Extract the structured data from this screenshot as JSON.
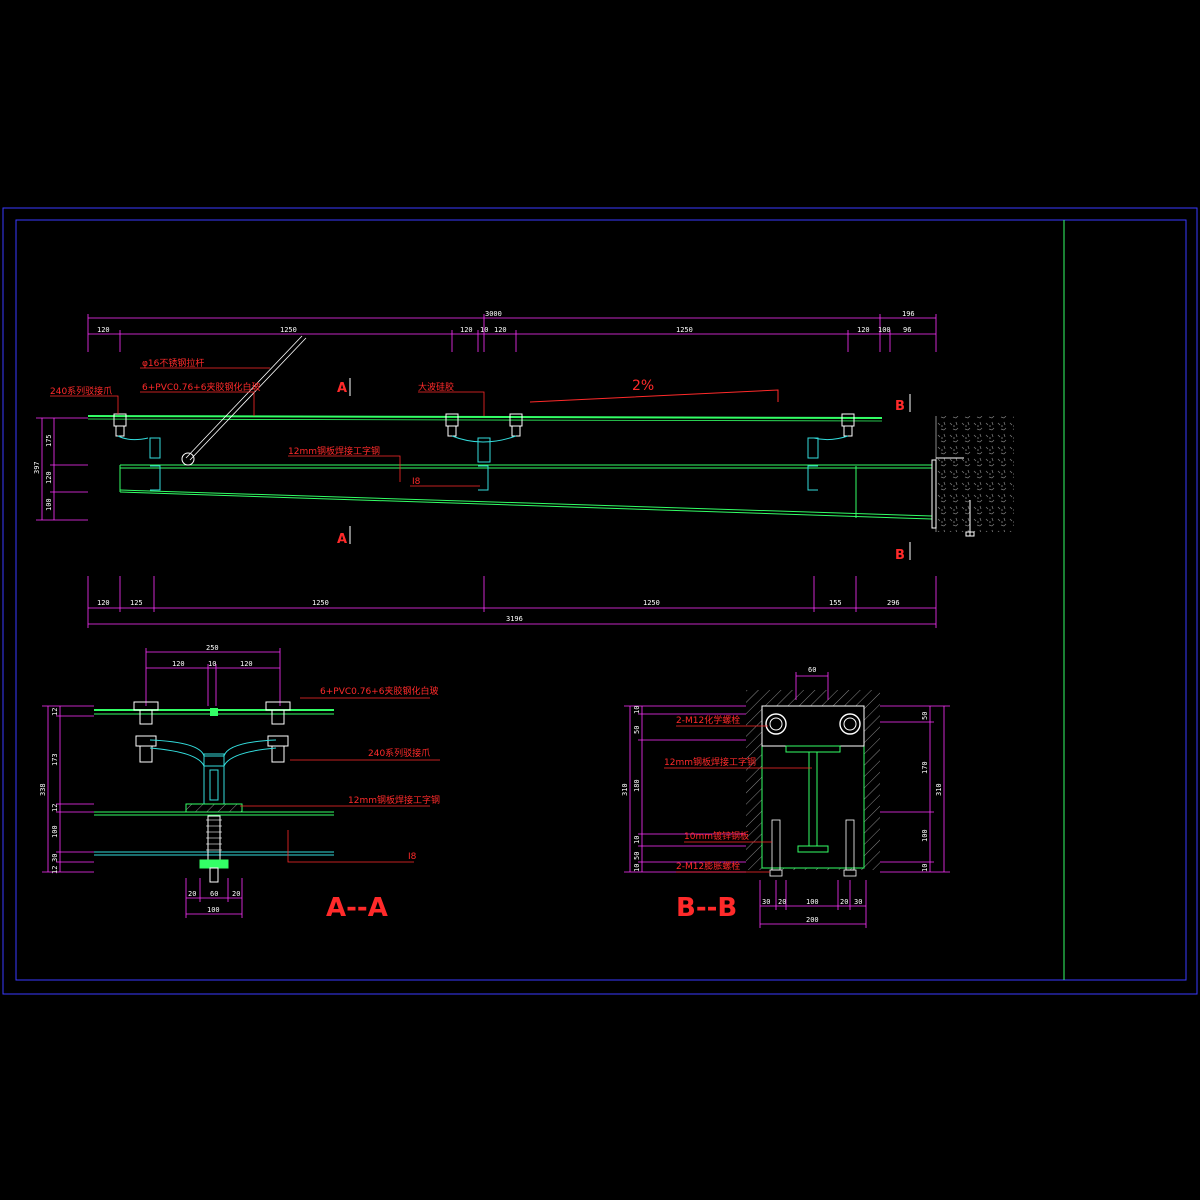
{
  "colors": {
    "frame": "#3a3aff",
    "dimension": "#ff33ff",
    "glass": "#33ff66",
    "steel": "#33dddd",
    "label": "#ff2a2a",
    "fitting": "#ffffff",
    "hatch": "#888888"
  },
  "elevation": {
    "top_dims": {
      "overall": "3000",
      "overall_right": "196",
      "segments": [
        "120",
        "1250",
        "120",
        "10",
        "120",
        "1250",
        "120",
        "100",
        "96"
      ]
    },
    "left_dims": [
      "175",
      "120",
      "100"
    ],
    "left_total": "397",
    "bottom_dims": {
      "segments": [
        "120",
        "125",
        "1250",
        "1250",
        "155",
        "296"
      ],
      "overall": "3196"
    },
    "labels": {
      "rod": "φ16不锈钢拉杆",
      "glass": "6+PVC0.76+6夹胶钢化白玻",
      "spider": "240系列驳接爪",
      "sealant": "大波硅胶",
      "beam": "12mm钢板焊接工字钢",
      "beam_tag": "I8"
    },
    "slope": "2%",
    "section_a": "A",
    "section_b": "B"
  },
  "section_aa": {
    "title": "A--A",
    "top_dims": {
      "overall": "250",
      "segments": [
        "120",
        "10",
        "120"
      ]
    },
    "bottom_dims": {
      "segments": [
        "20",
        "60",
        "20"
      ],
      "overall": "100"
    },
    "left_dims": [
      "12",
      "173",
      "12",
      "100",
      "30",
      "12"
    ],
    "left_total": "338",
    "labels": {
      "glass": "6+PVC0.76+6夹胶钢化白玻",
      "spider": "240系列驳接爪",
      "beam": "12mm钢板焊接工字钢",
      "beam_tag": "I8"
    }
  },
  "section_bb": {
    "title": "B--B",
    "top_dim": "60",
    "bottom_dims": {
      "segments": [
        "30",
        "20",
        "100",
        "20",
        "30"
      ],
      "overall": "200"
    },
    "left_dims": [
      "10",
      "50",
      "180",
      "10",
      "50",
      "10"
    ],
    "left_total": "310",
    "right_dims": [
      "50",
      "170",
      "100",
      "10"
    ],
    "right_total": "310",
    "labels": {
      "chem_bolt": "2-M12化学螺栓",
      "beam": "12mm钢板焊接工字钢",
      "plate": "10mm镀锌钢板",
      "exp_bolt": "2-M12膨胀螺栓"
    }
  }
}
